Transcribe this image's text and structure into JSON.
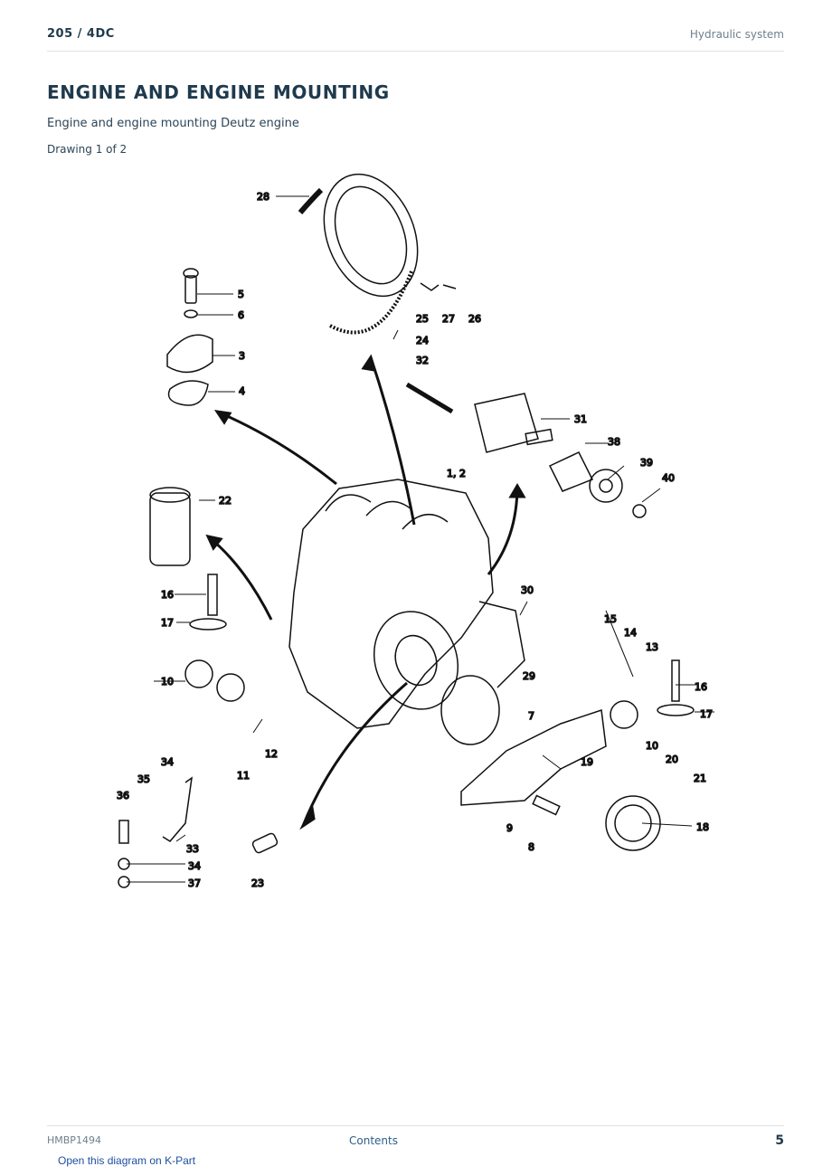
{
  "header": {
    "model": "205  /  4DC",
    "section": "Hydraulic system"
  },
  "title": "ENGINE AND ENGINE MOUNTING",
  "subtitle": "Engine and engine mounting Deutz engine",
  "drawing": "Drawing 1 of 2",
  "diagram": {
    "center_label": "1, 2",
    "callouts": [
      "28",
      "5",
      "6",
      "3",
      "4",
      "25",
      "27",
      "26",
      "24",
      "32",
      "31",
      "38",
      "39",
      "40",
      "22",
      "16",
      "17",
      "10",
      "30",
      "15",
      "14",
      "13",
      "29",
      "7",
      "19",
      "20",
      "21",
      "18",
      "12",
      "11",
      "34",
      "35",
      "36",
      "33",
      "37",
      "23",
      "9",
      "8"
    ]
  },
  "footer": {
    "doc_id": "HMBP1494",
    "contents": "Contents",
    "page": "5"
  },
  "link": "Open this diagram on K-Part"
}
